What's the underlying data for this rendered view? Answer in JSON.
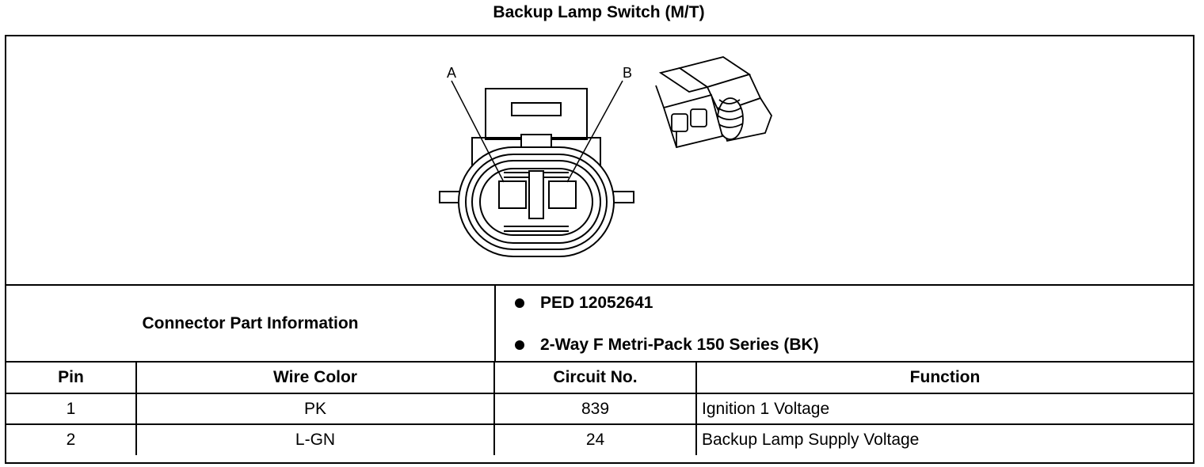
{
  "title": "Backup Lamp Switch (M/T)",
  "diagram": {
    "pin_labels": [
      "A",
      "B"
    ],
    "icons": [
      "connector-face-icon",
      "connector-3d-icon"
    ]
  },
  "connector_info": {
    "label": "Connector Part Information",
    "items": [
      "PED 12052641",
      "2-Way F Metri-Pack 150 Series (BK)"
    ]
  },
  "pin_table": {
    "headers": [
      "Pin",
      "Wire Color",
      "Circuit No.",
      "Function"
    ],
    "rows": [
      {
        "pin": "1",
        "wire_color": "PK",
        "circuit": "839",
        "function": "Ignition 1 Voltage"
      },
      {
        "pin": "2",
        "wire_color": "L-GN",
        "circuit": "24",
        "function": "Backup Lamp Supply Voltage"
      }
    ]
  }
}
